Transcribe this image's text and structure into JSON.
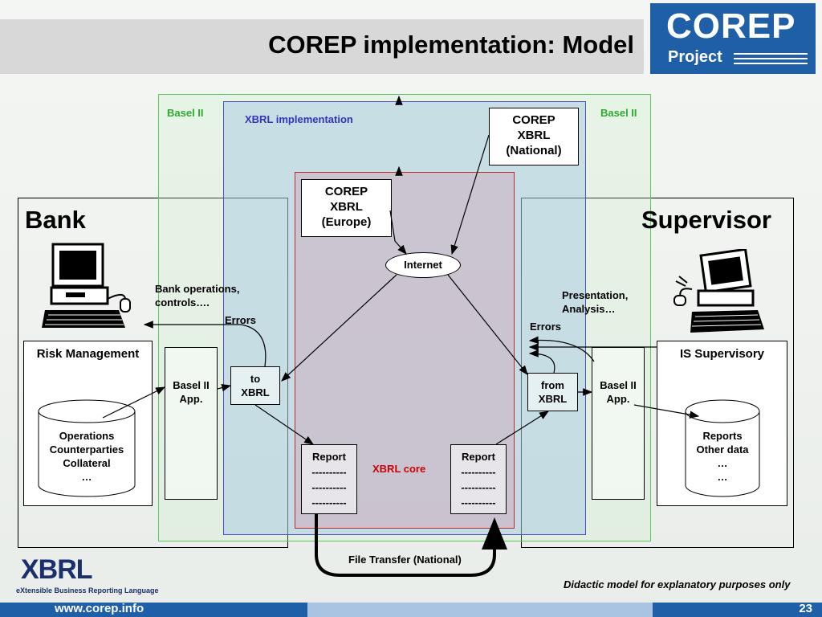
{
  "header": {
    "title": "COREP implementation: Model",
    "logo_main": "COREP",
    "logo_sub": "Project"
  },
  "zones": {
    "basel_left": "Basel II",
    "basel_right": "Basel II",
    "xbrl_implementation": "XBRL implementation",
    "xbrl_core": "XBRL core"
  },
  "boxes": {
    "corep_national": [
      "COREP",
      "XBRL",
      "(National)"
    ],
    "corep_europe": [
      "COREP",
      "XBRL",
      "(Europe)"
    ],
    "internet": "Internet",
    "to_xbrl": [
      "to",
      "XBRL"
    ],
    "from_xbrl": [
      "from",
      "XBRL"
    ],
    "basel_app_left": [
      "Basel II",
      "App."
    ],
    "basel_app_right": [
      "Basel II",
      "App."
    ],
    "report_left": [
      "Report",
      "----------",
      "----------",
      "----------"
    ],
    "report_right": [
      "Report",
      "----------",
      "----------",
      "----------"
    ]
  },
  "bank": {
    "title": "Bank",
    "operations_label": [
      "Bank operations,",
      "controls…."
    ],
    "errors": "Errors",
    "risk_management": "Risk Management",
    "db_items": [
      "Operations",
      "Counterparties",
      "Collateral",
      "…"
    ]
  },
  "supervisor": {
    "title": "Supervisor",
    "presentation_label": [
      "Presentation,",
      "Analysis…"
    ],
    "errors": "Errors",
    "is_supervisory": "IS Supervisory",
    "db_items": [
      "Reports",
      "Other data",
      "…",
      "…"
    ]
  },
  "file_transfer": "File Transfer (National)",
  "footer": {
    "disclaimer": "Didactic model for explanatory purposes only",
    "url": "www.corep.info",
    "page": "23",
    "xbrl_logo": "XBRL",
    "xbrl_tagline": "eXtensible Business Reporting Language"
  },
  "colors": {
    "basel_green": "#7fd87f",
    "xbrl_blue": "#4a4acb",
    "core_red": "#c0282d",
    "corep_blue": "#1f5fa8"
  }
}
